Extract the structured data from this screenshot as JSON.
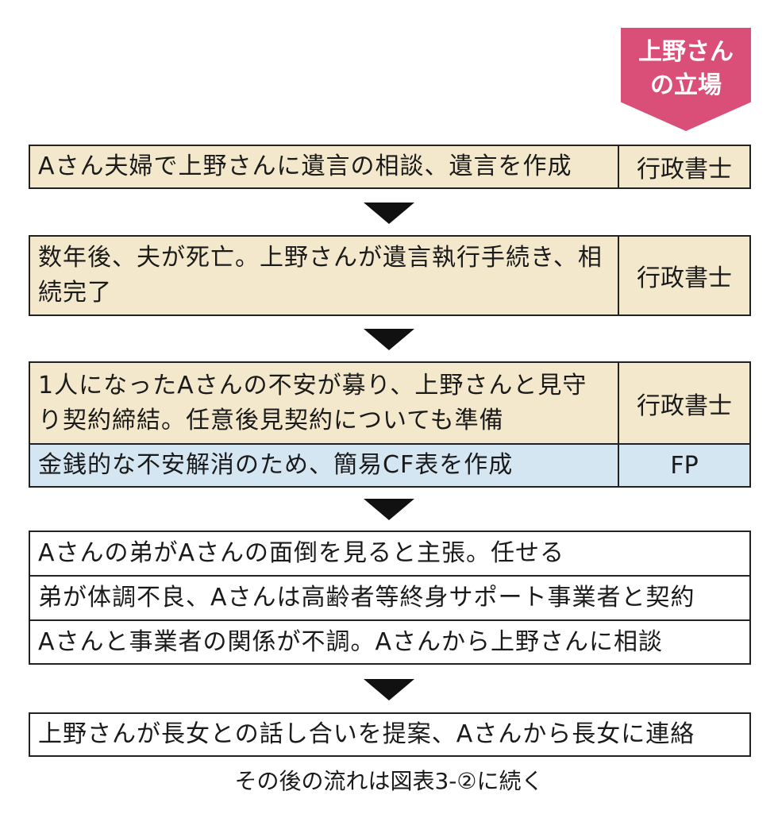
{
  "banner": {
    "line1": "上野さん",
    "line2": "の立場"
  },
  "steps": [
    {
      "rows": [
        {
          "text": "Aさん夫婦で上野さんに遺言の相談、遺言を作成",
          "role": "行政書士"
        }
      ]
    },
    {
      "rows": [
        {
          "text": "数年後、夫が死亡。上野さんが遺言執行手続き、相続完了",
          "role": "行政書士"
        }
      ]
    },
    {
      "rows": [
        {
          "text": "1人になったAさんの不安が募り、上野さんと見守り契約締結。任意後見契約についても準備",
          "role": "行政書士"
        },
        {
          "text": "金銭的な不安解消のため、簡易CF表を作成",
          "role": "FP"
        }
      ]
    },
    {
      "rows": [
        {
          "text": "Aさんの弟がAさんの面倒を見ると主張。任せる"
        },
        {
          "text": "弟が体調不良、Aさんは高齢者等終身サポート事業者と契約"
        },
        {
          "text": "Aさんと事業者の関係が不調。Aさんから上野さんに相談"
        }
      ]
    },
    {
      "rows": [
        {
          "text": "上野さんが長女との話し合いを提案、Aさんから長女に連絡"
        }
      ]
    }
  ],
  "caption": "その後の流れは図表3-②に続く"
}
